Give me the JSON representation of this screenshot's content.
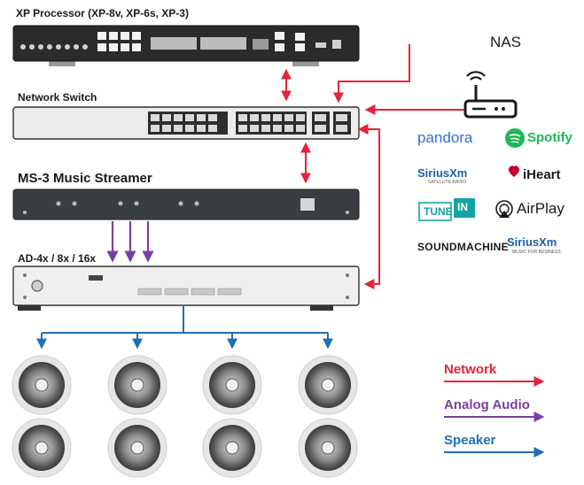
{
  "devices": {
    "xp_processor": "XP Processor (XP-8v, XP-6s, XP-3)",
    "network_switch": "Network Switch",
    "ms3": "MS-3 Music Streamer",
    "ad4x": "AD-4x / 8x / 16x",
    "nas": "NAS"
  },
  "streaming_services": {
    "pandora": "pandora",
    "spotify": "Spotify",
    "siriusxm": "SiriusXm",
    "siriusxm_sub": "SATELLITE RADIO",
    "iheart": "iHeart",
    "tunein_left": "TUNE",
    "tunein_right": "IN",
    "airplay": "AirPlay",
    "soundmachine": "SOUNDMACHINE",
    "siriusxm_business": "SiriusXm",
    "siriusxm_business_sub": "MUSIC FOR BUSINESS"
  },
  "legend": {
    "network": "Network",
    "analog_audio": "Analog Audio",
    "speaker": "Speaker"
  },
  "colors": {
    "network": "#e5243b",
    "analog_audio": "#7b3fa0",
    "speaker": "#1f6fb5",
    "pandora": "#2f6fd6",
    "spotify": "#1db954",
    "siriusxm": "#1a5fb4",
    "iheart": "#c6002b",
    "tunein": "#14a3a3"
  }
}
